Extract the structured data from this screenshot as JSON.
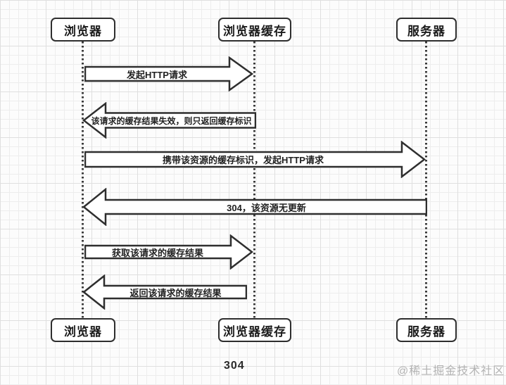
{
  "diagram": {
    "type": "sequence-diagram",
    "title": "304",
    "watermark": "@稀土掘金技术社区",
    "actors": {
      "browser": "浏览器",
      "browser_cache": "浏览器缓存",
      "server": "服务器"
    },
    "messages": [
      {
        "label": "发起HTTP请求",
        "from": "浏览器",
        "to": "浏览器缓存",
        "direction": "right"
      },
      {
        "label": "该请求的缓存结果失效，则只返回缓存标识",
        "from": "浏览器缓存",
        "to": "浏览器",
        "direction": "left"
      },
      {
        "label": "携带该资源的缓存标识，发起HTTP请求",
        "from": "浏览器",
        "to": "服务器",
        "direction": "right"
      },
      {
        "label": "304，该资源无更新",
        "from": "服务器",
        "to": "浏览器",
        "direction": "left"
      },
      {
        "label": "获取该请求的缓存结果",
        "from": "浏览器",
        "to": "浏览器缓存",
        "direction": "right"
      },
      {
        "label": "返回该请求的缓存结果",
        "from": "浏览器缓存",
        "to": "浏览器",
        "direction": "left"
      }
    ],
    "colors": {
      "stroke": "#2e2e2e",
      "shape_fill": "#ffffff",
      "background": "#fcfcfc",
      "watermark": "#b3b3b3"
    }
  }
}
